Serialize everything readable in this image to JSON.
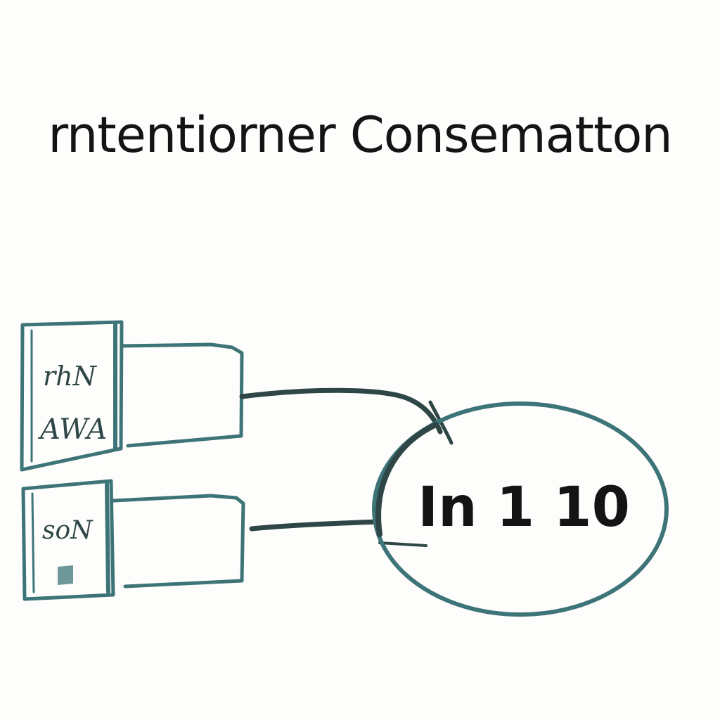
{
  "title": "rntentiorner Consematton",
  "diagram": {
    "colors": {
      "ink": "#3d7478",
      "connector": "#2f4646",
      "text": "#141414"
    },
    "devices": [
      {
        "id": "device-top",
        "scribbles": [
          "rhN",
          "AWA"
        ]
      },
      {
        "id": "device-bottom",
        "scribbles": [
          "soN"
        ]
      }
    ],
    "node": {
      "label": "In 1 10"
    }
  }
}
